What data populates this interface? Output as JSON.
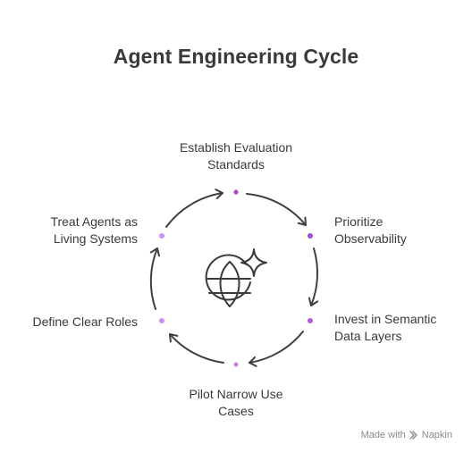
{
  "title": "Agent Engineering Cycle",
  "steps": [
    {
      "line1": "Establish Evaluation",
      "line2": "Standards"
    },
    {
      "line1": "Prioritize",
      "line2": "Observability"
    },
    {
      "line1": "Invest in Semantic",
      "line2": "Data Layers"
    },
    {
      "line1": "Pilot Narrow Use",
      "line2": "Cases"
    },
    {
      "line1": "Define Clear Roles"
    },
    {
      "line1": "Treat Agents as",
      "line2": "Living Systems"
    }
  ],
  "footer": {
    "prefix": "Made with",
    "brand": "Napkin"
  },
  "colors": {
    "title": "#3a3a3a",
    "text": "#3a3a3a",
    "arrow": "#3f3f3f",
    "dot_strong": "#a64ac9",
    "dot_light": "#cf8ff0",
    "footer": "#8a8a8a"
  },
  "center_icon": "globe-sparkle-icon"
}
